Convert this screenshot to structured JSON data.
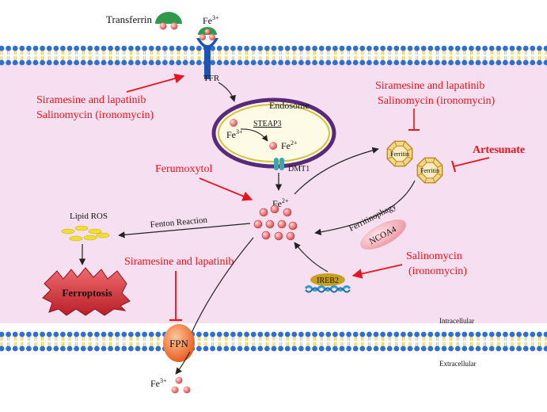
{
  "labels": {
    "transferrin": "Transferrin",
    "fe3_top": "Fe",
    "fe3_top_sup": "3+",
    "tfr": "TFR",
    "endosome": "Endosome",
    "steap3": "STEAP3",
    "fe3_endo": "Fe",
    "fe3_endo_sup": "3+",
    "fe2_endo": "Fe",
    "fe2_endo_sup": "2+",
    "dmt1": "DMT1",
    "fe2_pool": "Fe",
    "fe2_pool_sup": "2+",
    "lipid_ros": "Lipid ROS",
    "fenton": "Fenton Reaction",
    "ferroptosis": "Ferroptosis",
    "ferritin_1": "Ferritin",
    "ferritin_2": "Ferritin",
    "ferritinophagy": "Ferritinophagy",
    "ncoa4": "NCOA4",
    "ireb2": "IREB2",
    "fpn": "FPN",
    "fe3_out": "Fe",
    "fe3_out_sup": "3+",
    "intracellular": "Intracellular",
    "extracellular": "Extracellular"
  },
  "drugs": {
    "siramesine_lapatinib_tfr_1": "Siramesine and lapatinib",
    "salinomycin_tfr_2": "Salinomycin (ironomycin)",
    "siramesine_lapatinib_ferritin_1": "Siramesine and lapatinib",
    "salinomycin_ferritin_2": "Salinomycin (ironomycin)",
    "artesunate": "Artesunate",
    "ferumoxytol": "Ferumoxytol",
    "siramesine_lapatinib_fpn": "Siramesine and lapatinib",
    "salinomycin_ireb2_1": "Salinomycin",
    "salinomycin_ireb2_2": "(ironomycin)"
  },
  "colors": {
    "cytoplasm": "#f6dff0",
    "membrane_head": "#2f6fd0",
    "membrane_tail": "#e3c64a",
    "drug_text": "#e8141c",
    "iron_particle": "#e05a5a",
    "endosome_border": "#5a2a7a",
    "endosome_fill": "#fdfbe6",
    "ferroptosis_fill": "#d9323a",
    "ferritin": "#d8a830",
    "fpn_fill": "#f07a3a",
    "ncoa4_fill": "#f4b7bf",
    "ireb2_fill": "#c8a020"
  }
}
